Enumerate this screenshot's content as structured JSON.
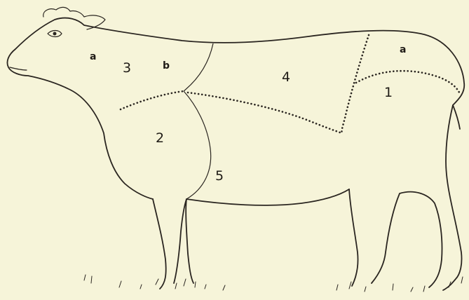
{
  "diagram": {
    "regions": [
      {
        "id": "head_a",
        "label": "a"
      },
      {
        "id": "neck_3",
        "label": "3"
      },
      {
        "id": "neck_b",
        "label": "b"
      },
      {
        "id": "back_4",
        "label": "4"
      },
      {
        "id": "loin_a",
        "label": "a"
      },
      {
        "id": "leg_1",
        "label": "1"
      },
      {
        "id": "shoulder_2",
        "label": "2"
      },
      {
        "id": "breast_5",
        "label": "5"
      }
    ]
  }
}
